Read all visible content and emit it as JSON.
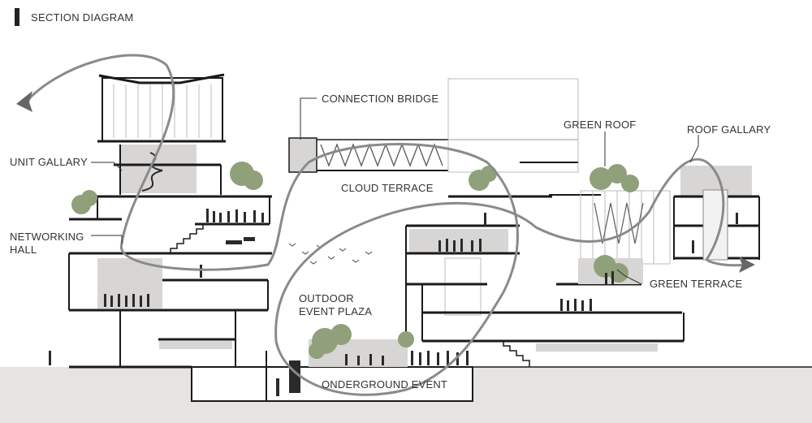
{
  "header": {
    "title": "SECTION DIAGRAM"
  },
  "labels": {
    "unit_gallary": "UNIT GALLARY",
    "networking_hall_1": "NETWORKING",
    "networking_hall_2": "HALL",
    "connection_bridge": "CONNECTION BRIDGE",
    "cloud_terrace": "CLOUD TERRACE",
    "green_roof": "GREEN ROOF",
    "roof_gallary": "ROOF GALLARY",
    "green_terrace": "GREEN TERRACE",
    "outdoor_event_plaza_1": "OUTDOOR",
    "outdoor_event_plaza_2": "EVENT PLAZA",
    "underground_event": "ONDERGROUND EVENT"
  },
  "colors": {
    "ground": "#e6e4e2",
    "slab": "#1a1a1a",
    "shade": "#d8d6d4",
    "flow_path": "#8a8a8a",
    "tree": "#8fa07a",
    "people": "#2a2a2a"
  }
}
